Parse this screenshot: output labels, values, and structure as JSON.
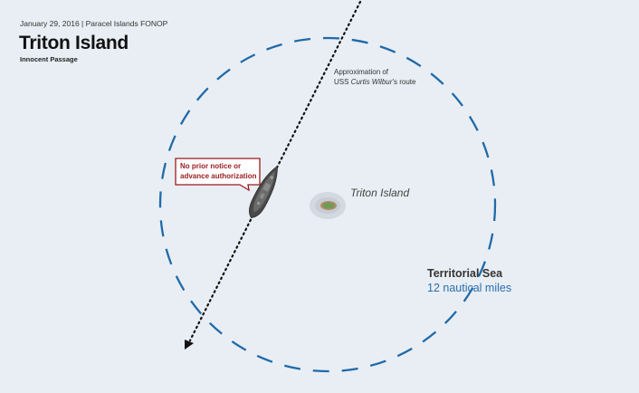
{
  "header": {
    "dateline": "January 29, 2016 | Paracel Islands FONOP",
    "title": "Triton Island",
    "subtitle": "Innocent Passage"
  },
  "route": {
    "label_line1": "Approximation of",
    "label_prefix": "USS ",
    "label_ship": "Curtis Wilbur",
    "label_suffix": "’s route"
  },
  "callout": {
    "line1": "No prior notice or",
    "line2": "advance authorization"
  },
  "island": {
    "name": "Triton Island"
  },
  "territorial_sea": {
    "title": "Territorial Sea",
    "distance": "12 nautical miles"
  },
  "colors": {
    "background": "#e9eef4",
    "boundary": "#1f6aa8",
    "callout": "#9b1b1e",
    "ship": "#4a4a4a",
    "route": "#111111",
    "distance_text": "#2a6fb0"
  }
}
